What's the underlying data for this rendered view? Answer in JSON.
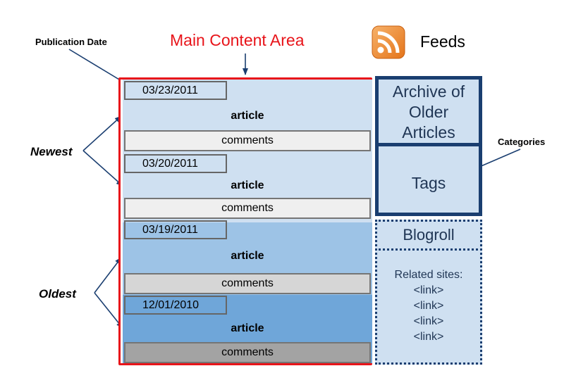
{
  "header": {
    "main_content_title": "Main Content Area",
    "feeds_label": "Feeds"
  },
  "callouts": {
    "publication_date": "Publication Date",
    "newest": "Newest",
    "oldest": "Oldest",
    "categories": "Categories"
  },
  "posts": [
    {
      "date": "03/23/2011",
      "article": "article",
      "comments": "comments"
    },
    {
      "date": "03/20/2011",
      "article": "article",
      "comments": "comments"
    },
    {
      "date": "03/19/2011",
      "article": "article",
      "comments": "comments"
    },
    {
      "date": "12/01/2010",
      "article": "article",
      "comments": "comments"
    }
  ],
  "sidebar": {
    "archive": [
      "Archive of",
      "Older",
      "Articles"
    ],
    "tags": "Tags",
    "blogroll": "Blogroll",
    "related_sites": "Related sites:",
    "links": [
      "<link>",
      "<link>",
      "<link>",
      "<link>"
    ]
  },
  "colors": {
    "main_border": "#e8141a",
    "title_red": "#e8141a",
    "sidebar_border": "#1a3e70",
    "sidebar_fill": "#cfe0f1",
    "rss_orange": "#f08a24"
  }
}
